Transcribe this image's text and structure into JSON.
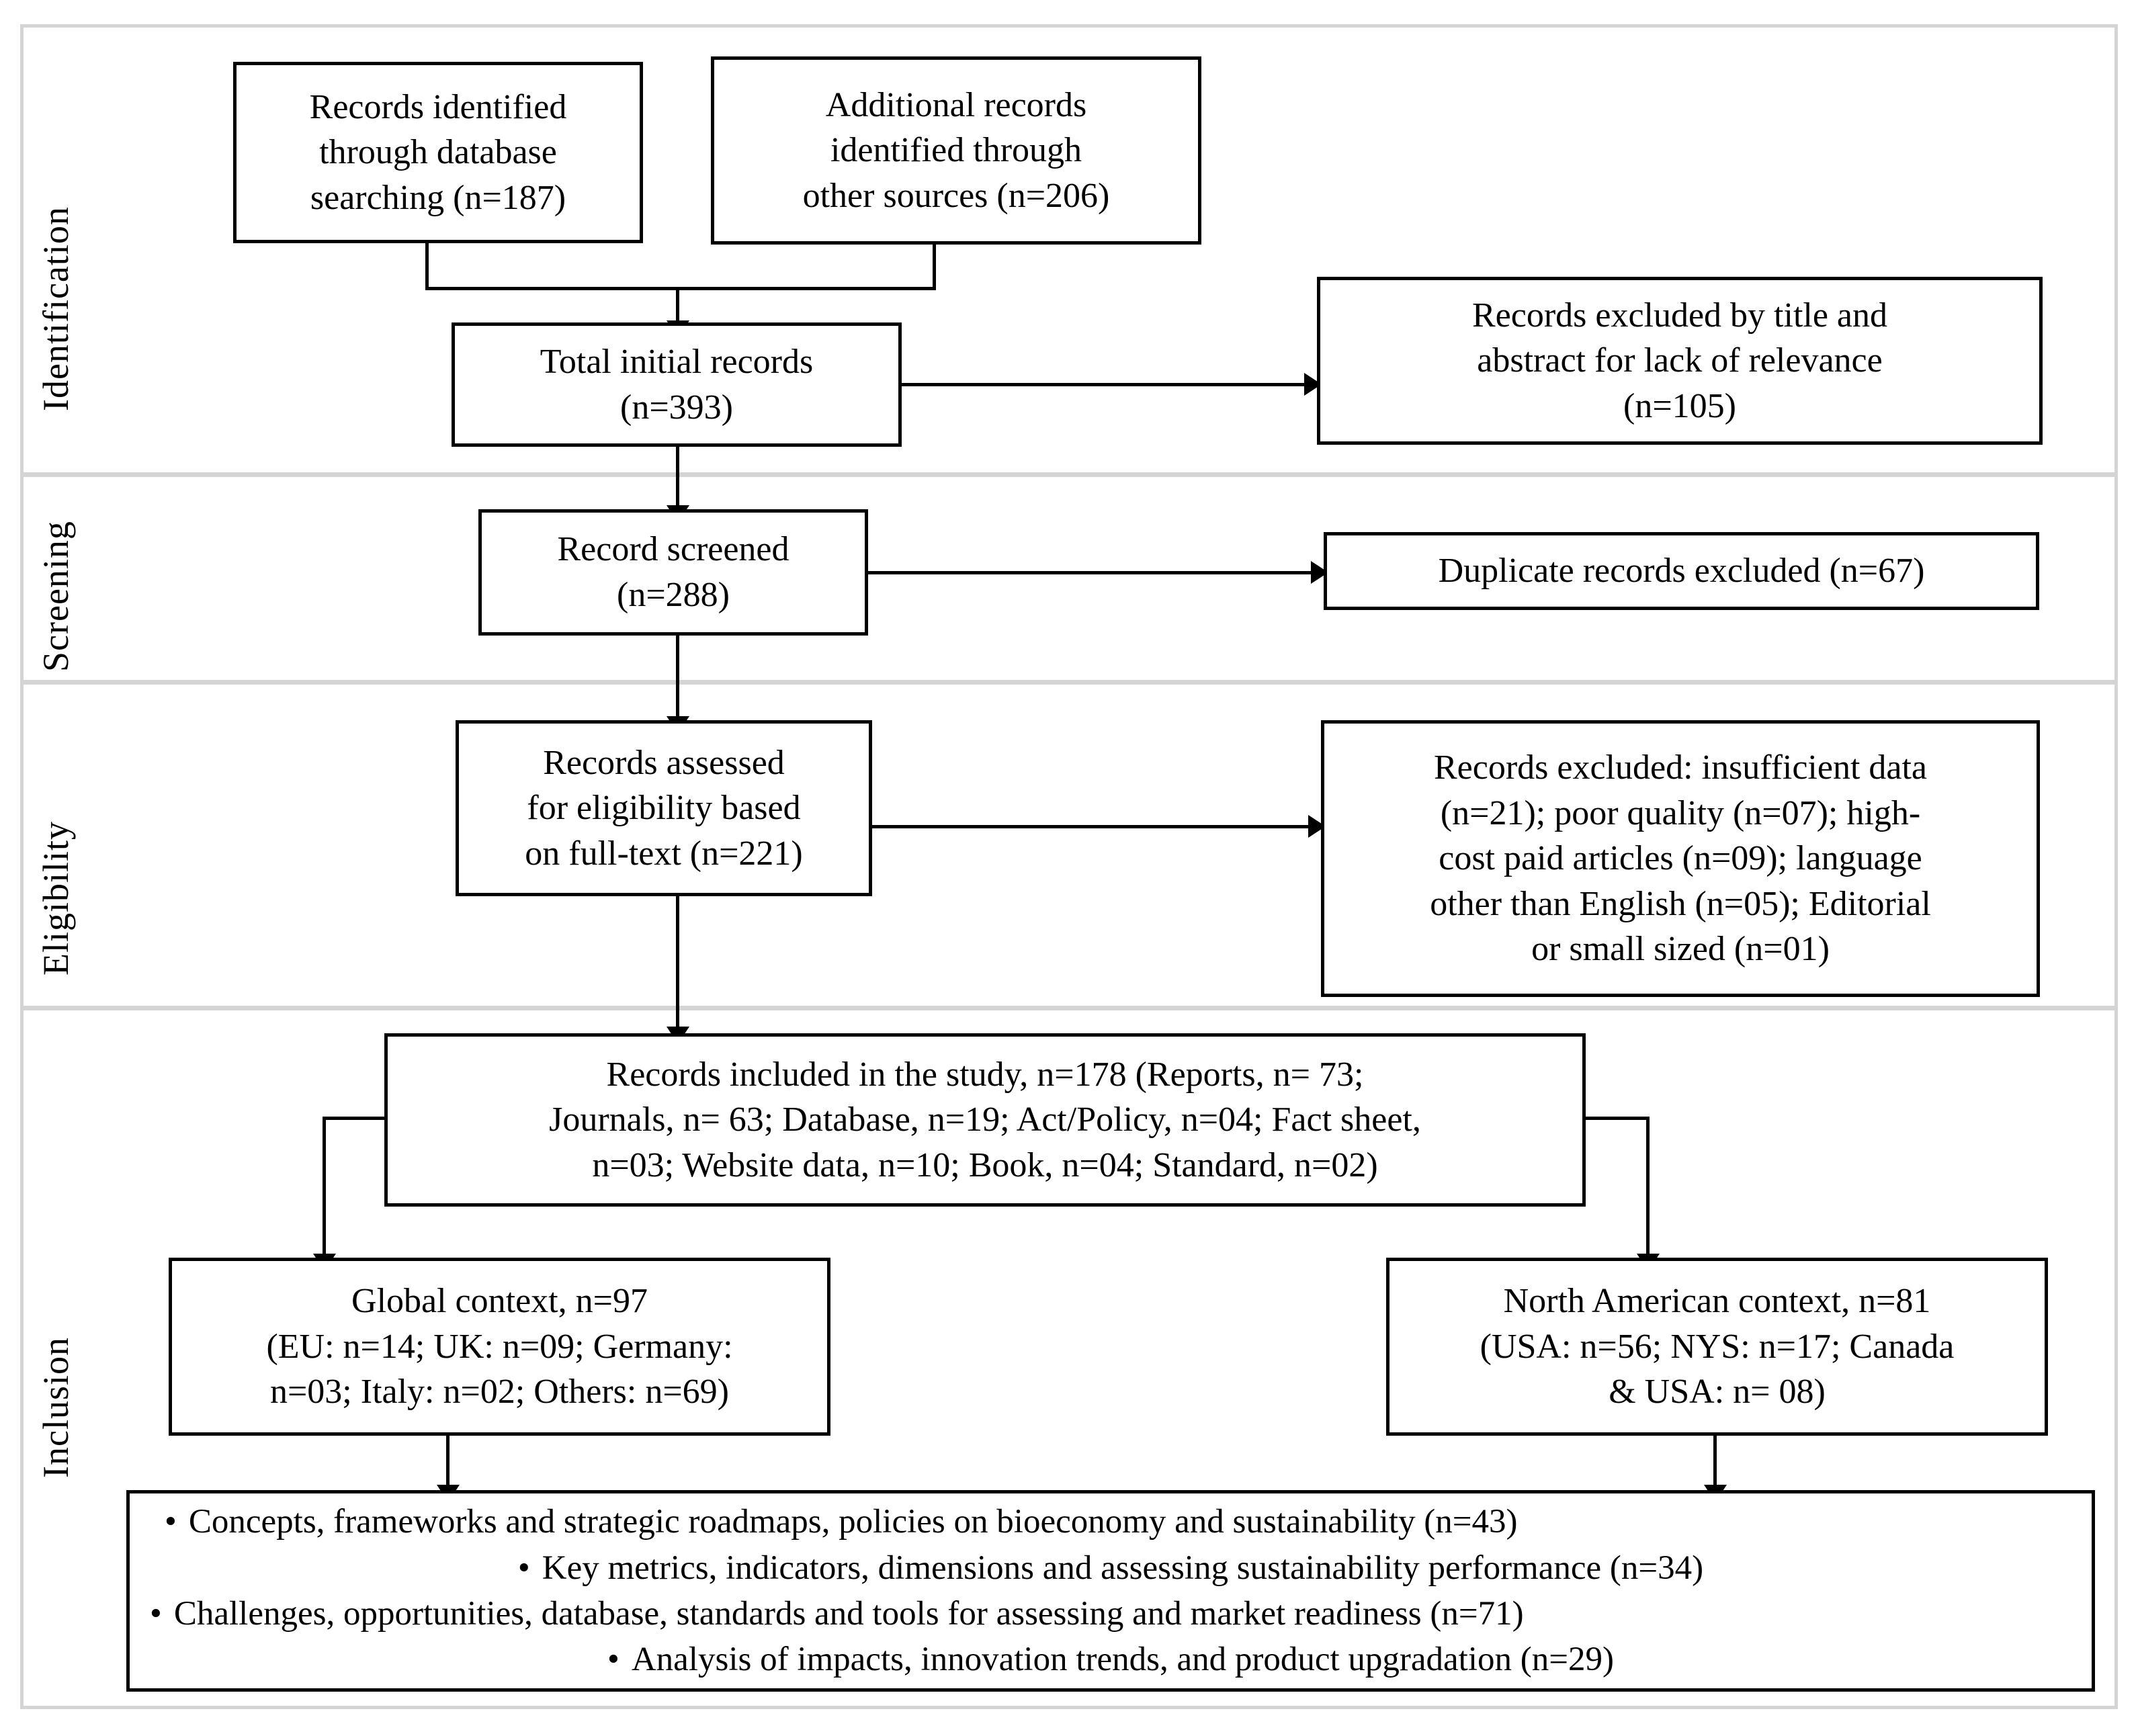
{
  "diagram": {
    "type": "prisma-flow-diagram",
    "stages": [
      {
        "id": "identification",
        "label": "Identification"
      },
      {
        "id": "screening",
        "label": "Screening"
      },
      {
        "id": "eligibility",
        "label": "Eligibility"
      },
      {
        "id": "inclusion",
        "label": "Inclusion"
      }
    ],
    "boxes": {
      "db_search": {
        "lines": [
          "Records identified",
          "through database",
          "searching (n=187)"
        ],
        "n": 187
      },
      "other_sources": {
        "lines": [
          "Additional records",
          "identified through",
          "other sources (n=206)"
        ],
        "n": 206
      },
      "total_initial": {
        "lines": [
          "Total initial records",
          "(n=393)"
        ],
        "n": 393
      },
      "excluded_title_abstract": {
        "lines": [
          "Records excluded by title and",
          "abstract for lack of relevance",
          "(n=105)"
        ],
        "n": 105
      },
      "record_screened": {
        "lines": [
          "Record screened",
          "(n=288)"
        ],
        "n": 288
      },
      "duplicates_excluded": {
        "lines": [
          "Duplicate records excluded (n=67)"
        ],
        "n": 67
      },
      "assessed_eligibility": {
        "lines": [
          "Records assessed",
          "for eligibility based",
          "on full-text (n=221)"
        ],
        "n": 221
      },
      "excluded_fulltext": {
        "lines": [
          "Records excluded: insufficient data",
          "(n=21);  poor quality (n=07); high-",
          "cost paid articles (n=09); language",
          "other than English (n=05); Editorial",
          "or small sized (n=01)"
        ],
        "reasons": [
          {
            "reason": "insufficient data",
            "n": 21
          },
          {
            "reason": "poor quality",
            "n": 7
          },
          {
            "reason": "high-cost paid articles",
            "n": 9
          },
          {
            "reason": "language other than English",
            "n": 5
          },
          {
            "reason": "Editorial or small sized",
            "n": 1
          }
        ]
      },
      "included_study": {
        "lines": [
          "Records included in the study, n=178 (Reports, n= 73;",
          "Journals, n= 63; Database, n=19; Act/Policy, n=04; Fact sheet,",
          "n=03; Website data, n=10; Book, n=04; Standard, n=02)"
        ],
        "n": 178,
        "breakdown": [
          {
            "type": "Reports",
            "n": 73
          },
          {
            "type": "Journals",
            "n": 63
          },
          {
            "type": "Database",
            "n": 19
          },
          {
            "type": "Act/Policy",
            "n": 4
          },
          {
            "type": "Fact sheet",
            "n": 3
          },
          {
            "type": "Website data",
            "n": 10
          },
          {
            "type": "Book",
            "n": 4
          },
          {
            "type": "Standard",
            "n": 2
          }
        ]
      },
      "global_context": {
        "lines": [
          "Global context, n=97",
          "(EU: n=14; UK: n=09; Germany:",
          "n=03; Italy: n=02; Others: n=69)"
        ],
        "n": 97,
        "breakdown": [
          {
            "region": "EU",
            "n": 14
          },
          {
            "region": "UK",
            "n": 9
          },
          {
            "region": "Germany",
            "n": 3
          },
          {
            "region": "Italy",
            "n": 2
          },
          {
            "region": "Others",
            "n": 69
          }
        ]
      },
      "north_american_context": {
        "lines": [
          "North American context, n=81",
          "(USA: n=56; NYS: n=17; Canada",
          "& USA: n= 08)"
        ],
        "n": 81,
        "breakdown": [
          {
            "region": "USA",
            "n": 56
          },
          {
            "region": "NYS",
            "n": 17
          },
          {
            "region": "Canada & USA",
            "n": 8
          }
        ]
      },
      "themes": {
        "bullets": [
          {
            "marker": "•",
            "text": "Concepts, frameworks and strategic roadmaps, policies on bioeconomy and sustainability (n=43)",
            "n": 43
          },
          {
            "marker": "•",
            "text": "Key metrics, indicators, dimensions and assessing sustainability performance (n=34)",
            "n": 34
          },
          {
            "marker": "•",
            "text": "Challenges, opportunities, database, standards and tools for assessing and market readiness (n=71)",
            "n": 71
          },
          {
            "marker": "•",
            "text": "Analysis of impacts, innovation trends, and product upgradation (n=29)",
            "n": 29
          }
        ]
      }
    },
    "colors": {
      "box_border": "#000000",
      "band_separator": "#d4d4d4",
      "background": "#ffffff",
      "text": "#000000"
    }
  }
}
